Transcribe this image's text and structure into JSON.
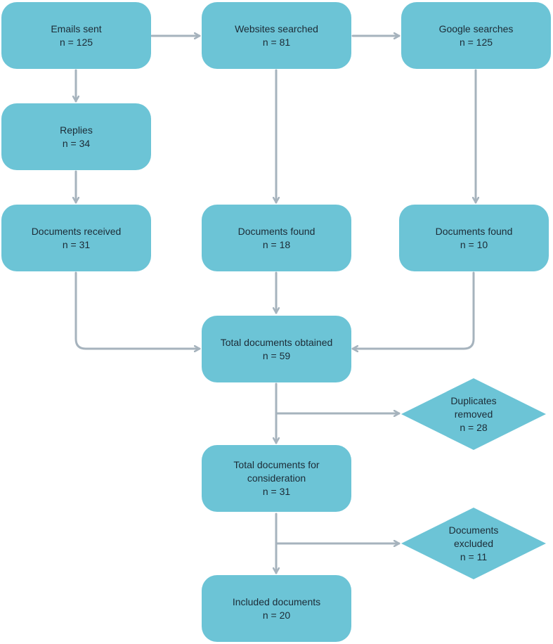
{
  "colors": {
    "box_fill": "#6cc4d6",
    "arrow": "#a6b3bd",
    "text": "#1c2b36"
  },
  "nodes": {
    "emails": {
      "title": "Emails sent",
      "n": "n = 125"
    },
    "websites": {
      "title": "Websites searched",
      "n": "n = 81"
    },
    "google": {
      "title": "Google searches",
      "n": "n = 125"
    },
    "replies": {
      "title": "Replies",
      "n": "n = 34"
    },
    "docs_received": {
      "title": "Documents received",
      "n": "n = 31"
    },
    "docs_found_web": {
      "title": "Documents found",
      "n": "n = 18"
    },
    "docs_found_google": {
      "title": "Documents found",
      "n": "n = 10"
    },
    "total_obtained": {
      "title": "Total documents obtained",
      "n": "n = 59"
    },
    "duplicates": {
      "line1": "Duplicates",
      "line2": "removed",
      "n": "n = 28"
    },
    "total_consideration": {
      "line1": "Total documents for",
      "line2": "consideration",
      "n": "n = 31"
    },
    "excluded": {
      "line1": "Documents",
      "line2": "excluded",
      "n": "n = 11"
    },
    "included": {
      "title": "Included documents",
      "n": "n = 20"
    }
  }
}
